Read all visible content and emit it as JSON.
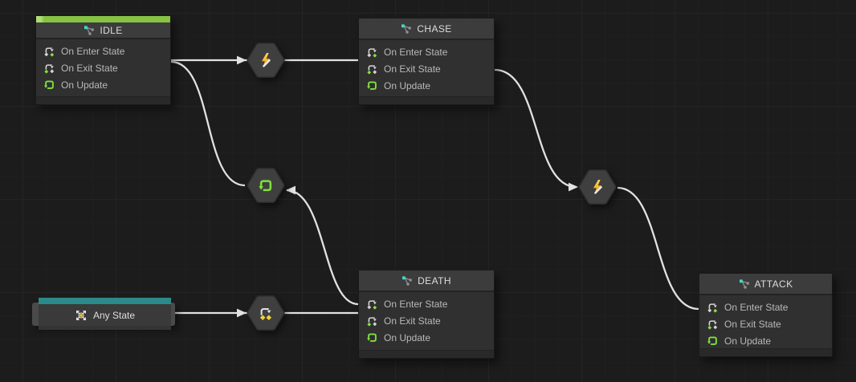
{
  "graph": {
    "states": [
      {
        "title": "IDLE",
        "type": "state",
        "start_state": true,
        "events": [
          {
            "label": "On Enter State",
            "icon": "on-enter-state-icon"
          },
          {
            "label": "On Exit State",
            "icon": "on-exit-state-icon"
          },
          {
            "label": "On Update",
            "icon": "on-update-icon"
          }
        ]
      },
      {
        "title": "CHASE",
        "type": "state",
        "events": [
          {
            "label": "On Enter State",
            "icon": "on-enter-state-icon"
          },
          {
            "label": "On Exit State",
            "icon": "on-exit-state-icon"
          },
          {
            "label": "On Update",
            "icon": "on-update-icon"
          }
        ]
      },
      {
        "title": "DEATH",
        "type": "state",
        "events": [
          {
            "label": "On Enter State",
            "icon": "on-enter-state-icon"
          },
          {
            "label": "On Exit State",
            "icon": "on-exit-state-icon"
          },
          {
            "label": "On Update",
            "icon": "on-update-icon"
          }
        ]
      },
      {
        "title": "ATTACK",
        "type": "state",
        "events": [
          {
            "label": "On Enter State",
            "icon": "on-enter-state-icon"
          },
          {
            "label": "On Exit State",
            "icon": "on-exit-state-icon"
          },
          {
            "label": "On Update",
            "icon": "on-update-icon"
          }
        ]
      },
      {
        "title": "Any State",
        "type": "any-state",
        "icon": "any-state-icon"
      }
    ],
    "transitions": [
      {
        "from": "IDLE",
        "to": "CHASE",
        "icon": "bolt-event-icon"
      },
      {
        "from": "CHASE",
        "to": "ATTACK",
        "icon": "bolt-event-icon"
      },
      {
        "from": "Any State",
        "to": "DEATH",
        "icon": "state-event-icon"
      },
      {
        "from": "DEATH",
        "to": "IDLE",
        "icon": "update-event-icon"
      }
    ],
    "colors": {
      "background": "#1c1c1c",
      "start_state_bar": "#86c243",
      "any_state_bar": "#2b8a8a",
      "edge": "#e2e2e2",
      "bolt_yellow": "#f5a802",
      "update_green": "#7fe13a",
      "event_yellow": "#f6d32b",
      "state_icon_teal": "#45d9c6"
    }
  }
}
